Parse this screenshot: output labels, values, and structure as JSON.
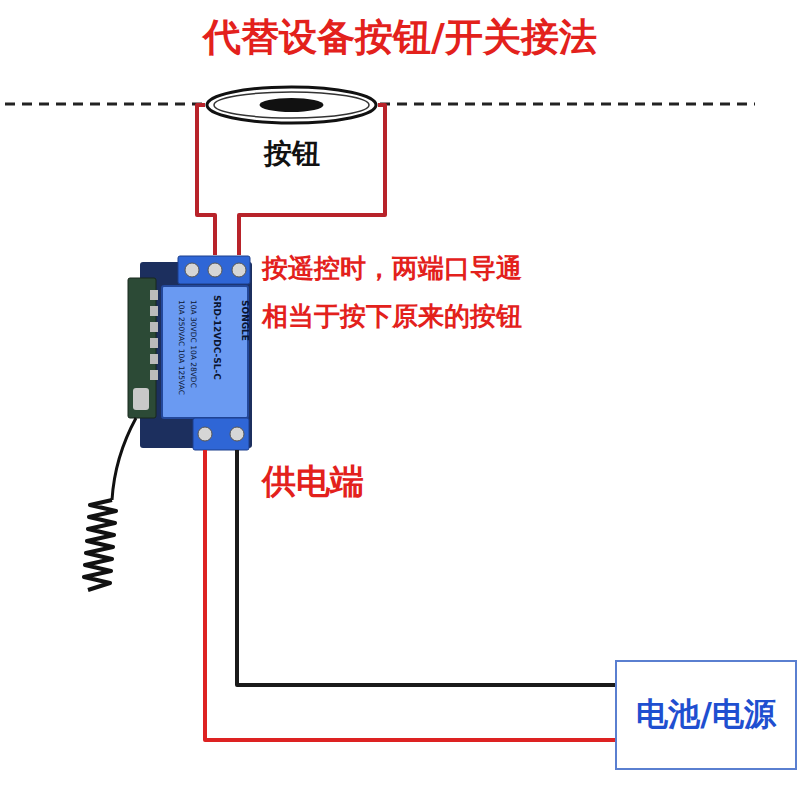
{
  "diagram": {
    "title": "代替设备按钮/开关接法",
    "nodes": [
      {
        "text": [
          "按钮"
        ]
      },
      {
        "text": [
          "SRD-12VDC-SL-C",
          "SONGLE"
        ]
      },
      {
        "text": [
          "电池/电源"
        ]
      }
    ],
    "edges": [
      {
        "from": 0,
        "to": 1,
        "arrow": "none"
      },
      {
        "from": 0,
        "to": 1,
        "arrow": "none"
      },
      {
        "from": 1,
        "to": 2,
        "arrow": "none"
      },
      {
        "from": 1,
        "to": 2,
        "arrow": "none"
      }
    ],
    "labels": [
      "按遥控时，两端口导通",
      "相当于按下原来的按钮",
      "供电端",
      "10A 250VAC 10A 125VAC",
      "10A 30VDC 10A 28VDC"
    ]
  }
}
